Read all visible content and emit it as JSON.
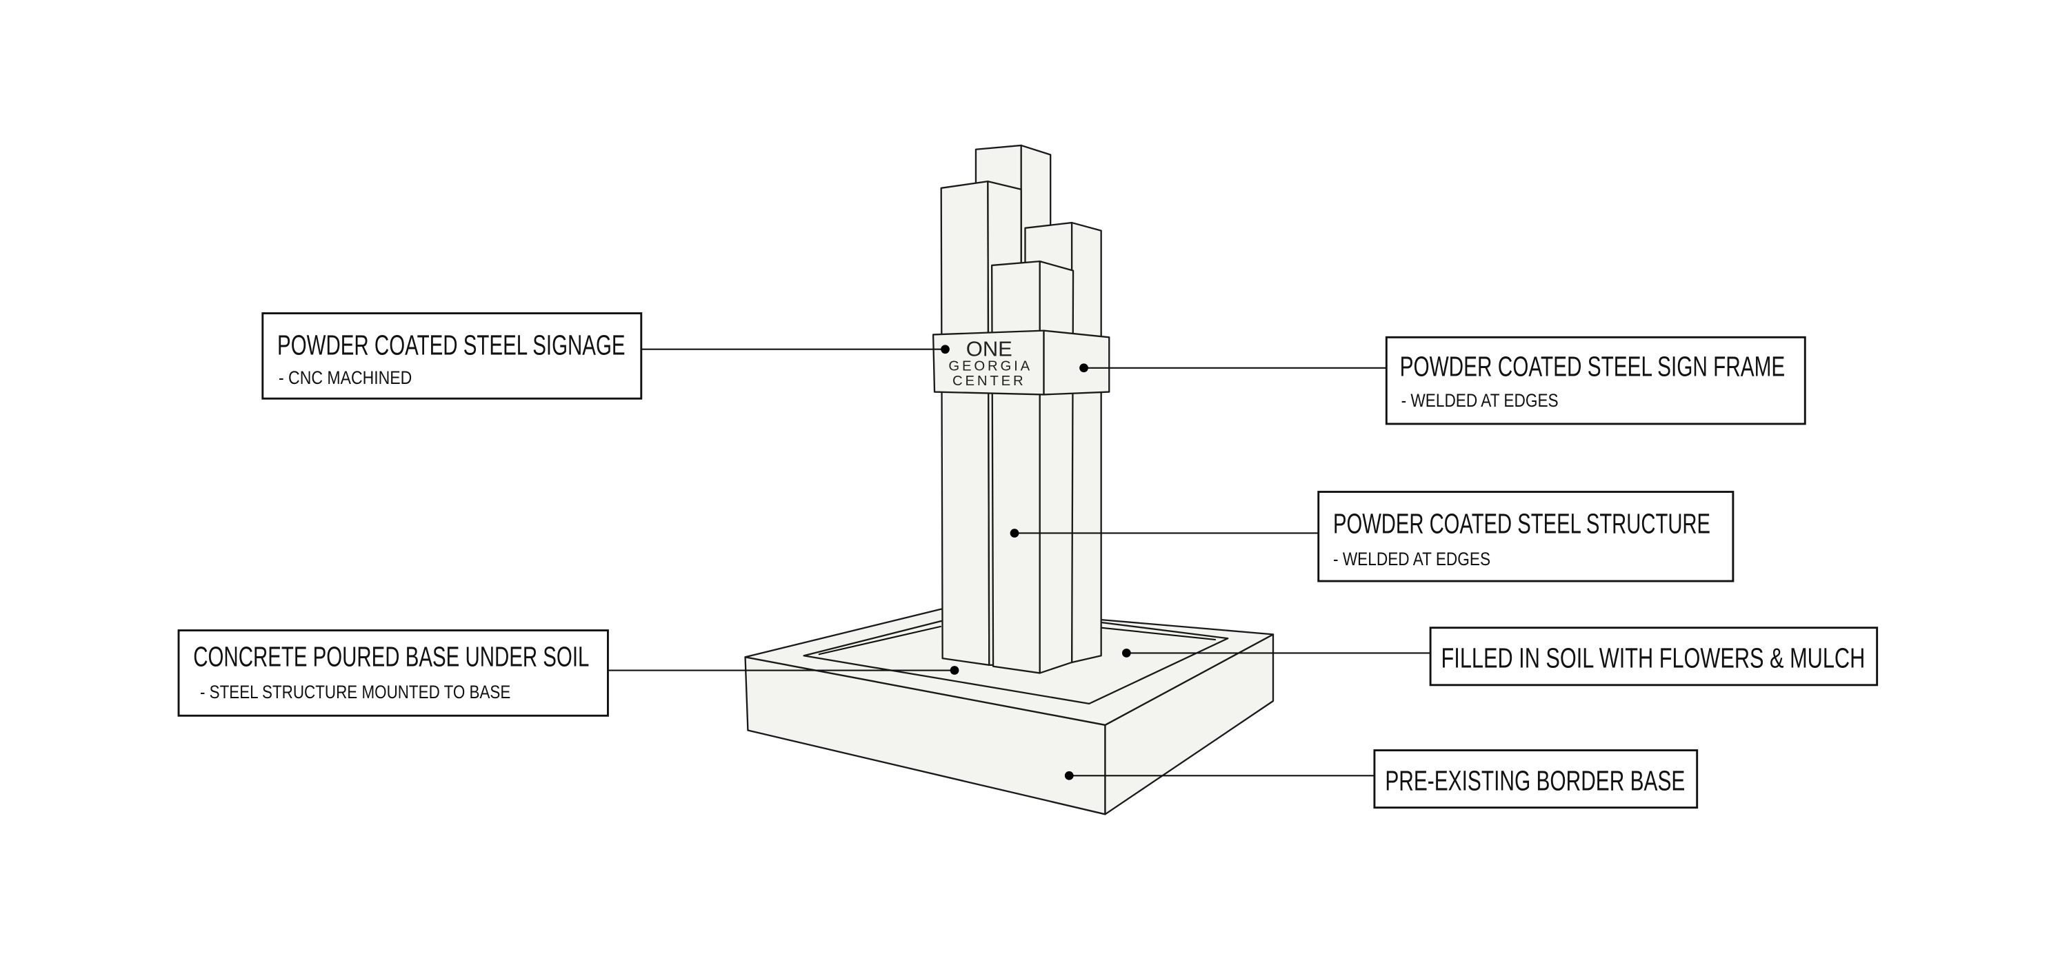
{
  "sign": {
    "line1": "ONE",
    "line2": "GEORGIA",
    "line3": "CENTER"
  },
  "callouts": [
    {
      "title": "POWDER COATED STEEL SIGNAGE",
      "subtitle": "- CNC MACHINED"
    },
    {
      "title": "POWDER COATED STEEL SIGN FRAME",
      "subtitle": "- WELDED AT EDGES"
    },
    {
      "title": "POWDER COATED STEEL STRUCTURE",
      "subtitle": "- WELDED AT EDGES"
    },
    {
      "title": "CONCRETE POURED BASE UNDER SOIL",
      "subtitle": "- STEEL STRUCTURE MOUNTED TO BASE"
    },
    {
      "title": "FILLED IN SOIL WITH FLOWERS & MULCH"
    },
    {
      "title": "PRE-EXISTING BORDER BASE"
    }
  ],
  "colors": {
    "fill": "#f3f4ef",
    "stroke": "#111111"
  }
}
